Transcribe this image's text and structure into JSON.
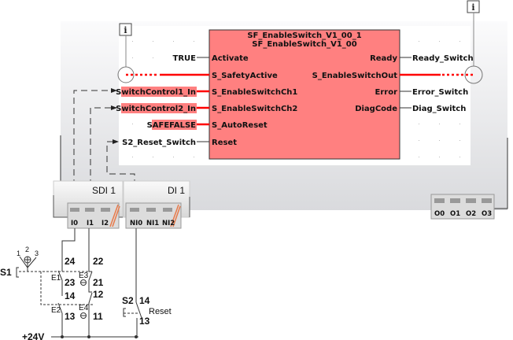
{
  "function_block": {
    "instance_name": "SF_EnableSwitch_V1_00_1",
    "type_name": "SF_EnableSwitch_V1_00",
    "color": "#ff8080",
    "inputs": [
      {
        "pin": "Activate",
        "variable": "TRUE",
        "safe": false
      },
      {
        "pin": "S_SafetyActive",
        "variable": "",
        "safe": true
      },
      {
        "pin": "S_EnableSwitchCh1",
        "variable": "SwitchControl1_In",
        "safe": true
      },
      {
        "pin": "S_EnableSwitchCh2",
        "variable": "SwitchControl2_In",
        "safe": true
      },
      {
        "pin": "S_AutoReset",
        "variable": "SAFEFALSE",
        "safe": true
      },
      {
        "pin": "Reset",
        "variable": "S2_Reset_Switch",
        "safe": false
      }
    ],
    "outputs": [
      {
        "pin": "Ready",
        "variable": "Ready_Switch"
      },
      {
        "pin": "S_EnableSwitchOut",
        "variable": ""
      },
      {
        "pin": "Error",
        "variable": "Error_Switch"
      },
      {
        "pin": "DiagCode",
        "variable": "Diag_Switch"
      }
    ]
  },
  "info_icon": "info-icon",
  "modules": {
    "sdi": {
      "label": "SDI 1",
      "terminals": [
        "I0",
        "I1",
        "I2"
      ]
    },
    "di": {
      "label": "DI 1",
      "terminals": [
        "NI0",
        "NI1",
        "NI2"
      ]
    },
    "outputs": {
      "terminals": [
        "O0",
        "O1",
        "O2",
        "O3"
      ]
    }
  },
  "wiring": {
    "s1": {
      "label": "S1",
      "positions": [
        "1",
        "2",
        "3"
      ],
      "contacts": [
        "E1",
        "E2",
        "E3",
        "E4"
      ],
      "terminals": [
        "24",
        "22",
        "23",
        "21",
        "14",
        "12",
        "13",
        "11"
      ]
    },
    "s2": {
      "label": "S2",
      "caption": "Reset",
      "terminals": [
        "14",
        "13"
      ]
    },
    "supply": "+24V"
  }
}
